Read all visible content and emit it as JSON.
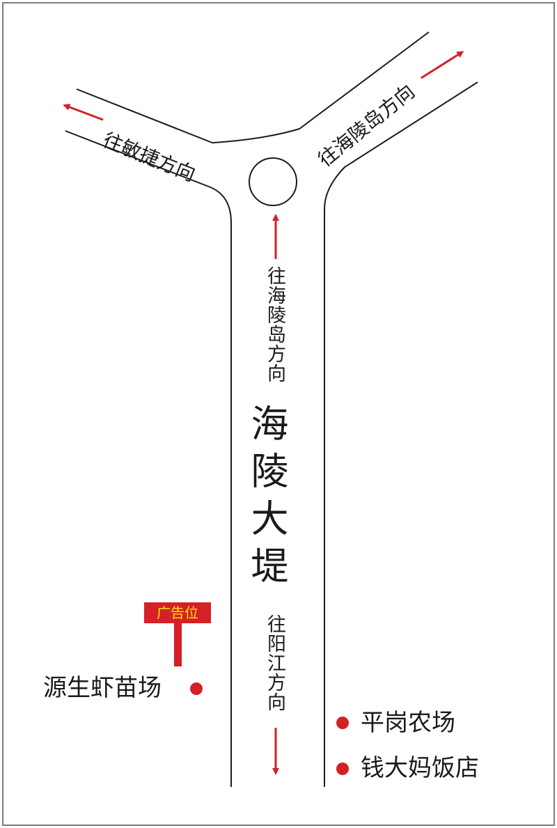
{
  "map": {
    "road_name": "海陵大堤",
    "directions": {
      "to_minjie": "往敏捷方向",
      "to_hailing_diagonal": "往海陵岛方向",
      "to_hailing_vertical": "往海陵岛方向",
      "to_yangjiang": "往阳江方向"
    },
    "ad_sign": {
      "label": "广告位",
      "bg_color": "#d42026",
      "text_color": "#ffe600"
    },
    "places": {
      "shrimp_farm": "源生虾苗场",
      "pinggang_farm": "平岗农场",
      "qian_restaurant": "钱大妈饭店"
    },
    "colors": {
      "road_line": "#1a1a1a",
      "arrow": "#d42026",
      "marker": "#d42026",
      "frame": "#7a7a7a"
    }
  }
}
